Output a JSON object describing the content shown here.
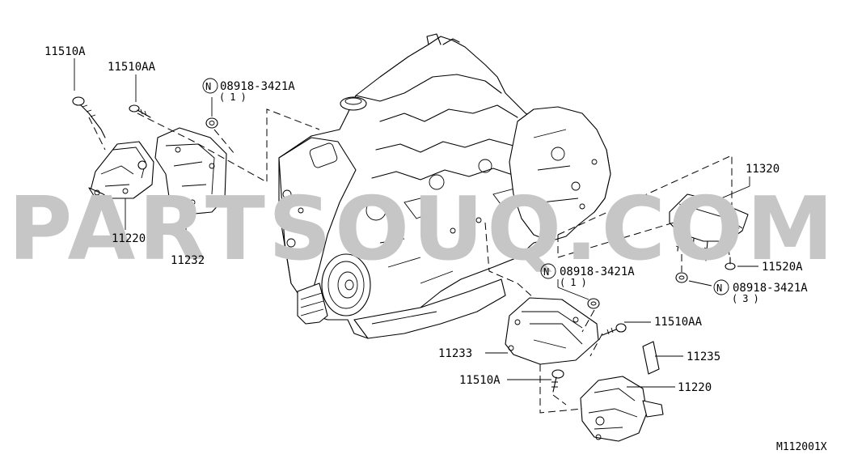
{
  "watermark": "PARTSOUQ.COM",
  "diagram_code": "M112001X",
  "labels": {
    "p_11510A_top": "11510A",
    "p_11510AA_top": "11510AA",
    "p_08918_top": "08918-3421A",
    "p_08918_top_qty": "(1)",
    "p_11220_left": "11220",
    "p_11232": "11232",
    "p_11320": "11320",
    "p_08918_mid": "08918-3421A",
    "p_08918_mid_qty": "(1)",
    "p_11520A": "11520A",
    "p_08918_right": "08918-3421A",
    "p_08918_right_qty": "(3)",
    "p_11510AA_bottom": "11510AA",
    "p_11233": "11233",
    "p_11235": "11235",
    "p_11510A_bottom": "11510A",
    "p_11220_bottom": "11220"
  },
  "nut_marker": "N"
}
